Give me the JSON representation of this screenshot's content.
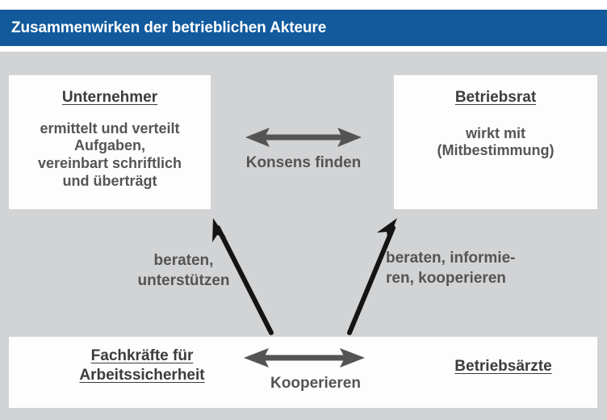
{
  "header": {
    "title": "Zusammenwirken der betrieblichen Akteure",
    "bar_color": "#125a9c",
    "text_color": "#ffffff"
  },
  "colors": {
    "field_background": "#d2d3d5",
    "box_background": "#fdfdfd",
    "title_text": "#3c3c3c",
    "body_text": "#555555",
    "grey_arrow": "#545454",
    "black_arrow": "#141414"
  },
  "boxes": {
    "unternehmer": {
      "title": "Unternehmer",
      "body_lines": [
        "ermittelt und verteilt",
        "Aufgaben,",
        "vereinbart schriftlich",
        "und überträgt"
      ]
    },
    "betriebsrat": {
      "title": "Betriebsrat",
      "body_lines": [
        "wirkt mit",
        "(Mitbestimmung)"
      ]
    },
    "fachkraefte": {
      "title_lines": [
        "Fachkräfte für",
        "Arbeitssicherheit"
      ]
    },
    "betriebsaerzte": {
      "title_lines": [
        "Betriebsärzte"
      ]
    }
  },
  "arrows": {
    "konsens": {
      "label": "Konsens finden",
      "style": "double-headed-horizontal",
      "color": "#545454",
      "from": "Unternehmer",
      "to": "Betriebsrat"
    },
    "kooperieren": {
      "label": "Kooperieren",
      "style": "double-headed-horizontal",
      "color": "#545454",
      "from": "Fachkräfte für Arbeitssicherheit",
      "to": "Betriebsärzte"
    },
    "beraten_links": {
      "label_lines": [
        "beraten,",
        "unterstützen"
      ],
      "style": "single-headed-diagonal-up-left",
      "color": "#141414",
      "from": "Fachkräfte für Arbeitssicherheit",
      "to": "Unternehmer"
    },
    "beraten_rechts": {
      "label_lines": [
        "beraten, informie-",
        "ren, kooperieren"
      ],
      "style": "single-headed-diagonal-up-right",
      "color": "#141414",
      "from": "Betriebsärzte",
      "to": "Betriebsrat"
    }
  }
}
